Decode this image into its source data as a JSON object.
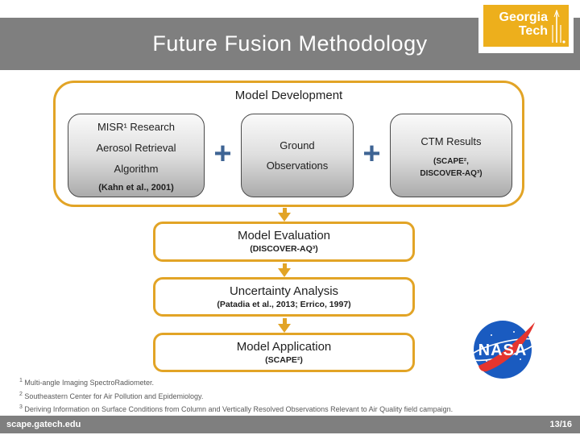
{
  "header": {
    "title": "Future Fusion Methodology"
  },
  "logos": {
    "georgia_tech": {
      "line1": "Georgia",
      "line2": "Tech"
    },
    "nasa": {
      "label": "NASA"
    }
  },
  "diagram": {
    "development": {
      "title": "Model Development",
      "operator": "+",
      "inputs": [
        {
          "line1": "MISR¹ Research",
          "line2": "Aerosol Retrieval",
          "line3": "Algorithm",
          "citation": "(Kahn et al., 2001)"
        },
        {
          "line1": "Ground",
          "line2": "Observations"
        },
        {
          "line1": "CTM Results",
          "citation": "(SCAPE², DISCOVER-AQ³)"
        }
      ]
    },
    "steps": [
      {
        "title": "Model Evaluation",
        "subtitle": "(DISCOVER-AQ³)"
      },
      {
        "title": "Uncertainty Analysis",
        "subtitle": "(Patadia et al., 2013; Errico, 1997)"
      },
      {
        "title": "Model Application",
        "subtitle": "(SCAPE²)"
      }
    ]
  },
  "footnotes": [
    {
      "sup": "1",
      "text": "Multi-angle Imaging SpectroRadiometer."
    },
    {
      "sup": "2",
      "text": "Southeastern Center for Air Pollution and Epidemiology."
    },
    {
      "sup": "3",
      "text": "Deriving Information on Surface Conditions from Column and Vertically Resolved Observations Relevant to Air Quality field campaign."
    }
  ],
  "footer": {
    "site": "scape.gatech.edu",
    "page": "13/16"
  },
  "colors": {
    "accent_gold": "#e2a426",
    "bar_gray": "#7f7f7f",
    "plus_blue": "#3e6494",
    "gt_gold": "#edaf1c",
    "nasa_blue": "#1a5bc0",
    "nasa_red": "#e4352f"
  }
}
